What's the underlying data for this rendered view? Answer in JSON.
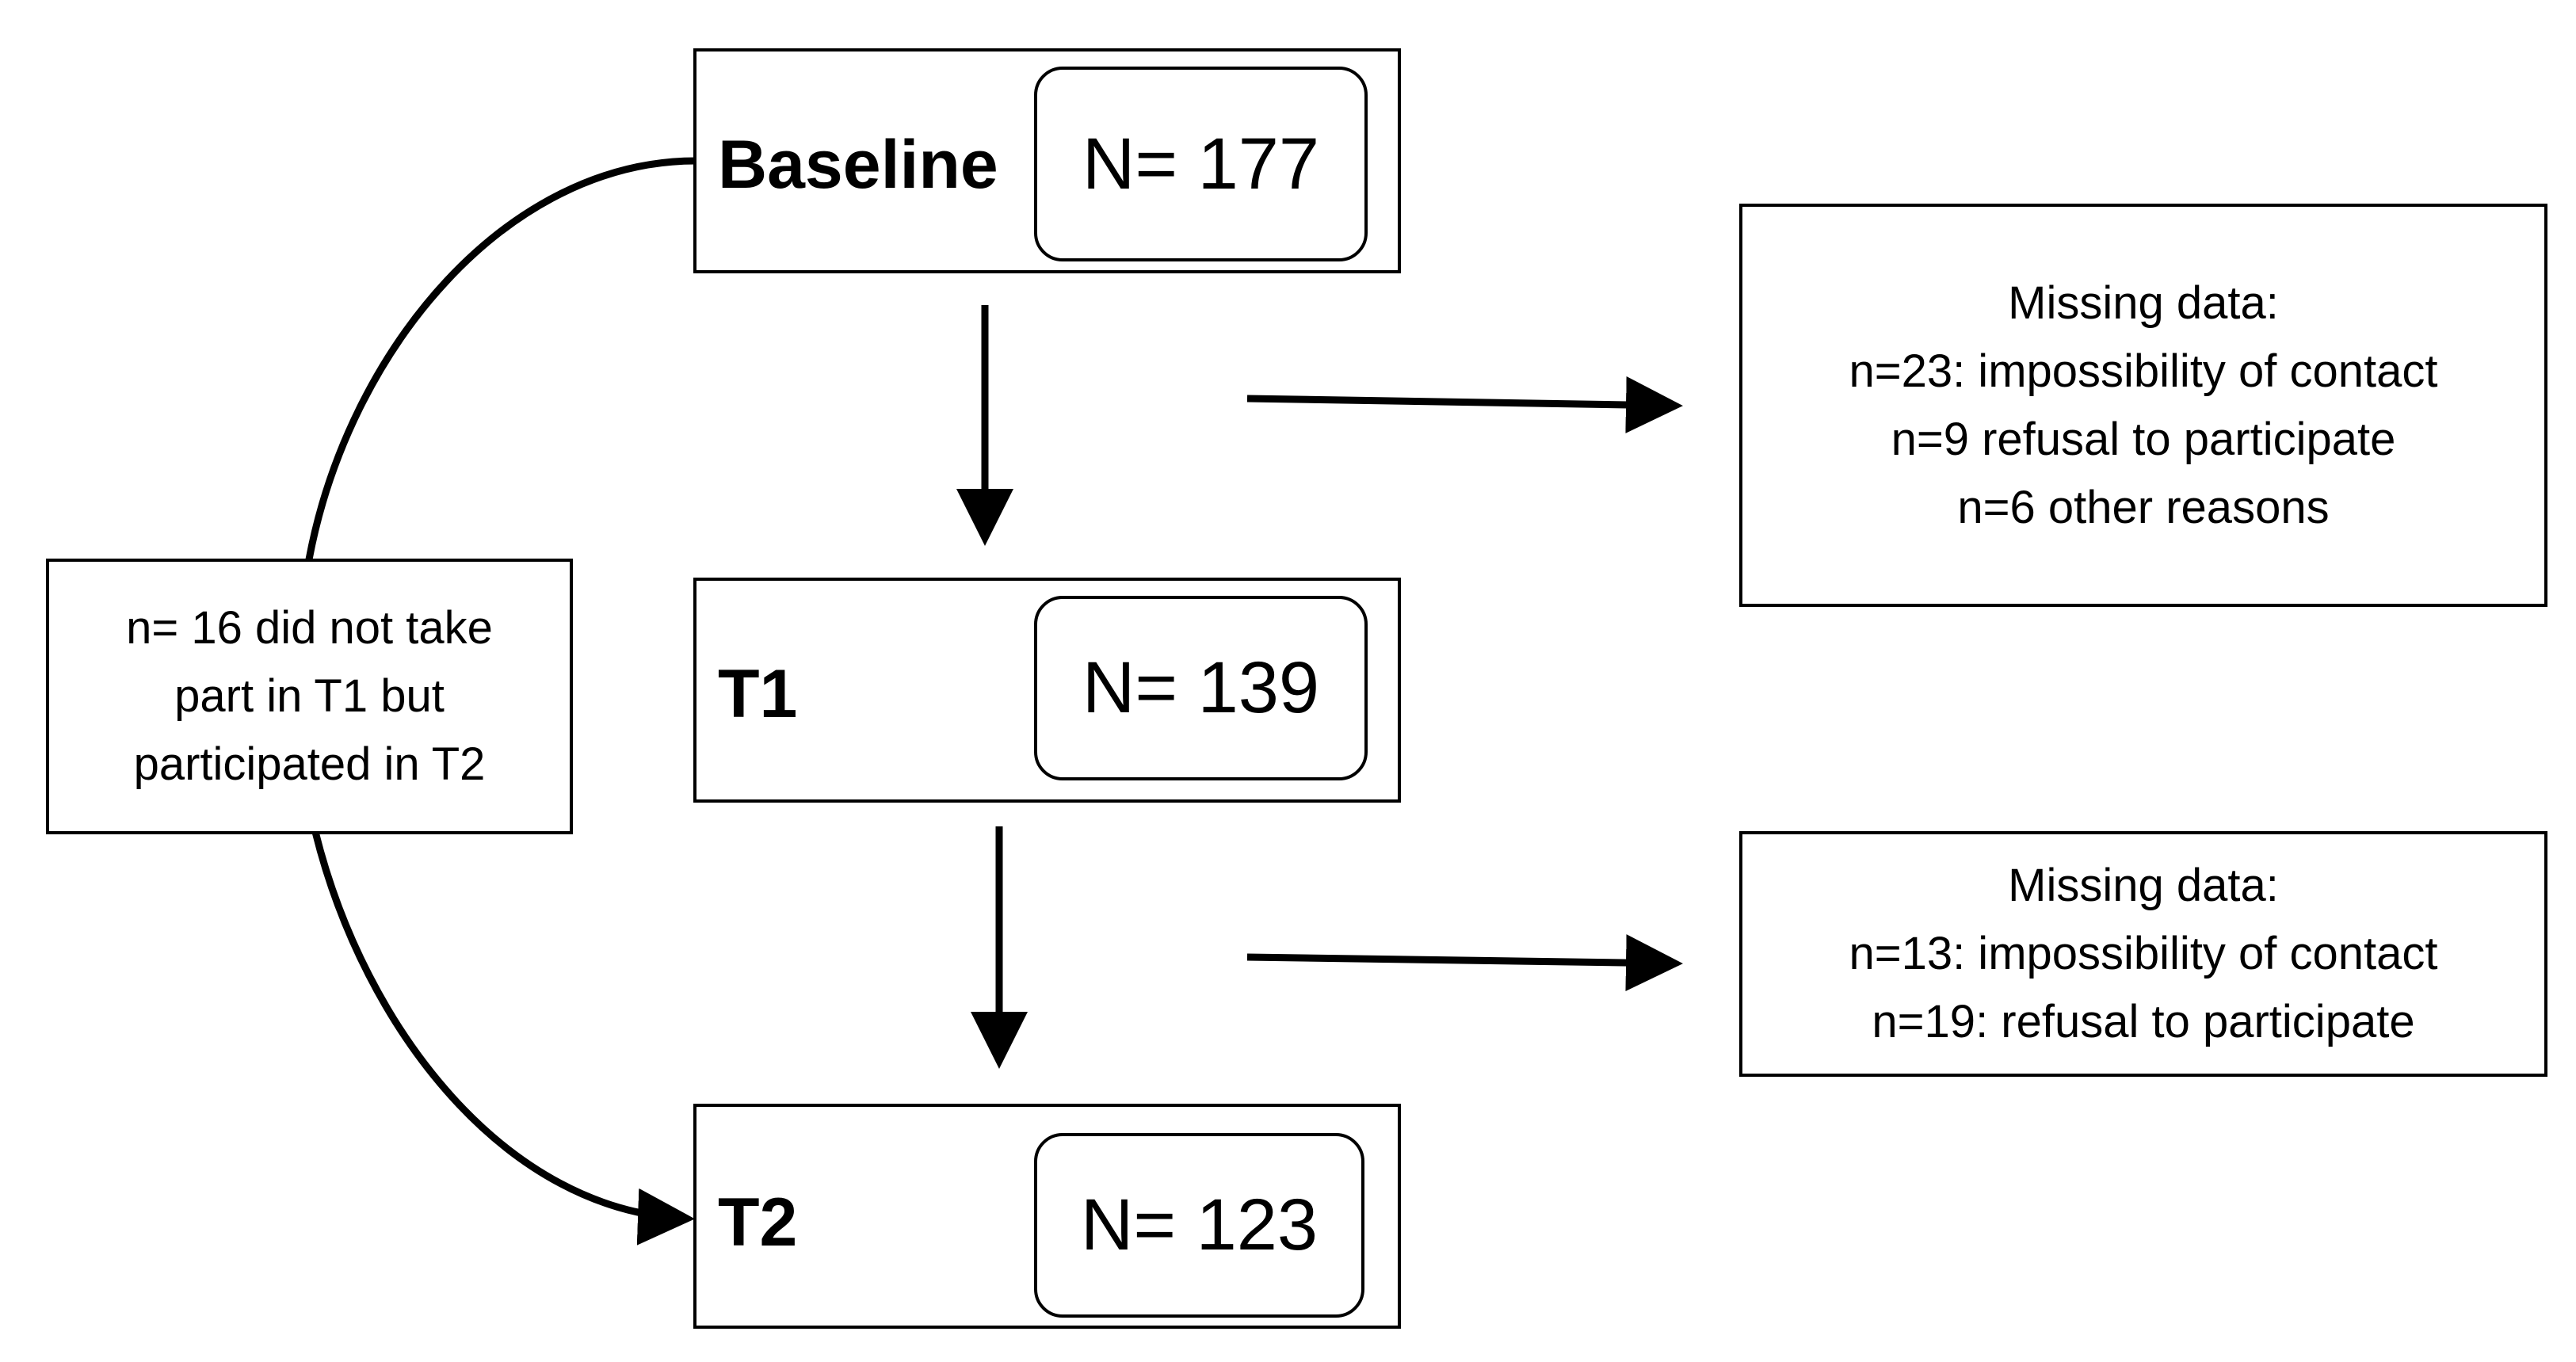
{
  "stages": [
    {
      "label": "Baseline",
      "count": "N= 177"
    },
    {
      "label": "T1",
      "count": "N= 139"
    },
    {
      "label": "T2",
      "count": "N= 123"
    }
  ],
  "missing_t1": {
    "title": "Missing data:",
    "lines": [
      "n=23: impossibility of contact",
      "n=9 refusal to participate",
      "n=6 other reasons"
    ]
  },
  "missing_t2": {
    "title": "Missing data:",
    "lines": [
      "n=13: impossibility of contact",
      "n=19: refusal to participate"
    ]
  },
  "side_note": {
    "lines": [
      "n= 16 did not take",
      "part in T1 but",
      "participated in T2"
    ]
  }
}
